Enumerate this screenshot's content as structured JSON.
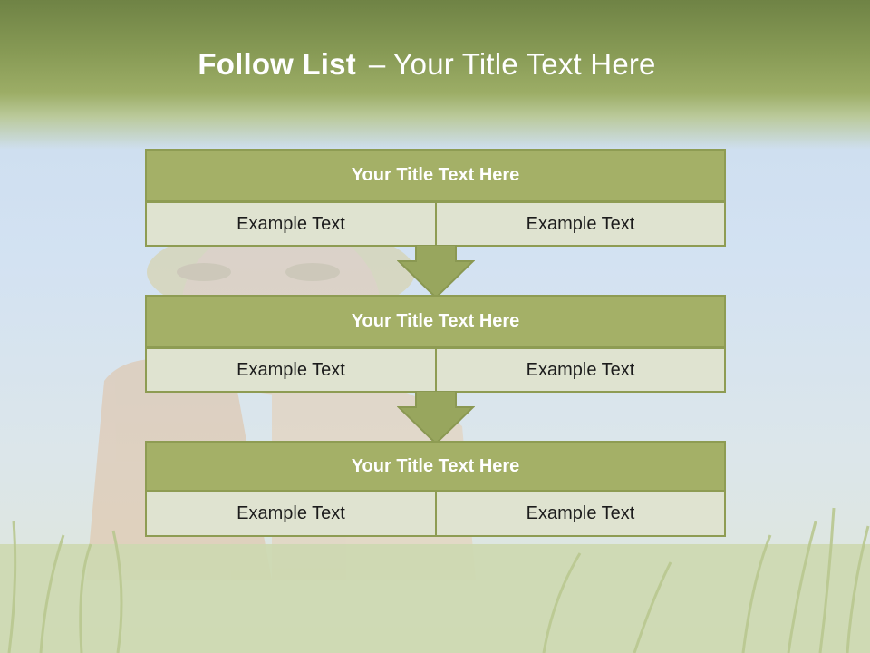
{
  "slide": {
    "title_bold": "Follow List",
    "title_sep": "–",
    "title_rest": "Your Title Text Here"
  },
  "blocks": [
    {
      "title": "Your Title Text Here",
      "left": "Example Text",
      "right": "Example Text"
    },
    {
      "title": "Your Title Text Here",
      "left": "Example Text",
      "right": "Example Text"
    },
    {
      "title": "Your Title Text Here",
      "left": "Example Text",
      "right": "Example Text"
    }
  ],
  "colors": {
    "header_green": "#879a55",
    "box_green": "#a4b067",
    "box_border": "#8e9c53",
    "cell_fill": "#dfe3d0",
    "arrow_green": "#98a65e"
  }
}
